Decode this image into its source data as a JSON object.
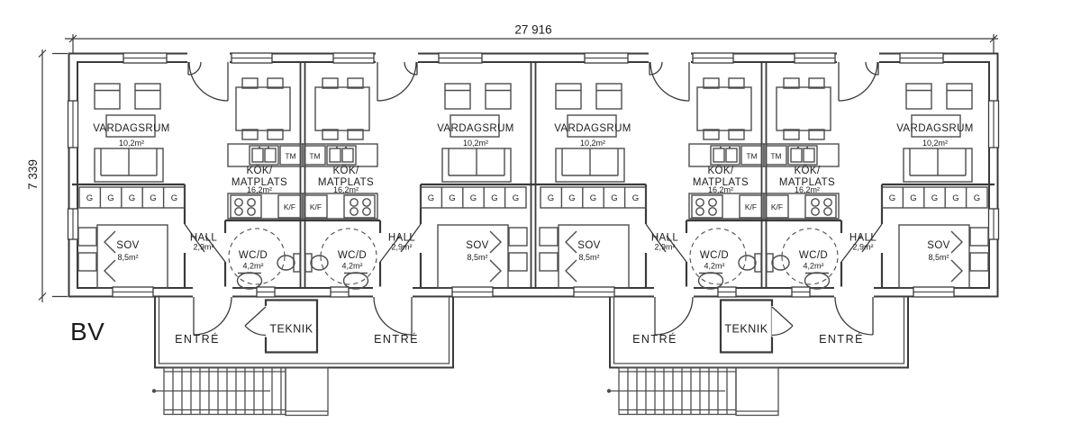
{
  "plan_label": "BV",
  "dimensions": {
    "width": "27 916",
    "depth": "7 339"
  },
  "units": [
    {
      "living_room": {
        "name": "VARDAGSRUM",
        "area": "10,2m²"
      },
      "kitchen": {
        "name_line1": "KÖK/",
        "name_line2": "MATPLATS",
        "area": "16,2m²"
      },
      "bedroom": {
        "name": "SOV",
        "area": "8,5m²"
      },
      "hall": {
        "name": "HALL",
        "area": "2,9m²"
      },
      "wc": {
        "name": "WC/D",
        "area": "4,2m²"
      },
      "washing_machine": "TM",
      "fridge_freezer": "K/F",
      "wardrobes": [
        "G",
        "G",
        "G",
        "G",
        "G"
      ],
      "entrance": "ENTRÉ"
    },
    {
      "living_room": {
        "name": "VARDAGSRUM",
        "area": "10,2m²"
      },
      "kitchen": {
        "name_line1": "KÖK/",
        "name_line2": "MATPLATS",
        "area": "16,2m²"
      },
      "bedroom": {
        "name": "SOV",
        "area": "8,5m²"
      },
      "hall": {
        "name": "HALL",
        "area": "2,9m²"
      },
      "wc": {
        "name": "WC/D",
        "area": "4,2m²"
      },
      "washing_machine": "TM",
      "fridge_freezer": "K/F",
      "wardrobes": [
        "G",
        "G",
        "G",
        "G",
        "G"
      ],
      "entrance": "ENTRÉ"
    },
    {
      "living_room": {
        "name": "VARDAGSRUM",
        "area": "10,2m²"
      },
      "kitchen": {
        "name_line1": "KÖK/",
        "name_line2": "MATPLATS",
        "area": "16,2m²"
      },
      "bedroom": {
        "name": "SOV",
        "area": "8,5m²"
      },
      "hall": {
        "name": "HALL",
        "area": "2,9m²"
      },
      "wc": {
        "name": "WC/D",
        "area": "4,2m²"
      },
      "washing_machine": "TM",
      "fridge_freezer": "K/F",
      "wardrobes": [
        "G",
        "G",
        "G",
        "G",
        "G"
      ],
      "entrance": "ENTRÉ"
    },
    {
      "living_room": {
        "name": "VARDAGSRUM",
        "area": "10,2m²"
      },
      "kitchen": {
        "name_line1": "KÖK/",
        "name_line2": "MATPLATS",
        "area": "16,2m²"
      },
      "bedroom": {
        "name": "SOV",
        "area": "8,5m²"
      },
      "hall": {
        "name": "HALL",
        "area": "2,9m²"
      },
      "wc": {
        "name": "WC/D",
        "area": "4,2m²"
      },
      "washing_machine": "TM",
      "fridge_freezer": "K/F",
      "wardrobes": [
        "G",
        "G",
        "G",
        "G",
        "G"
      ],
      "entrance": "ENTRÉ"
    }
  ],
  "technical_rooms": [
    "TEKNIK",
    "TEKNIK"
  ]
}
